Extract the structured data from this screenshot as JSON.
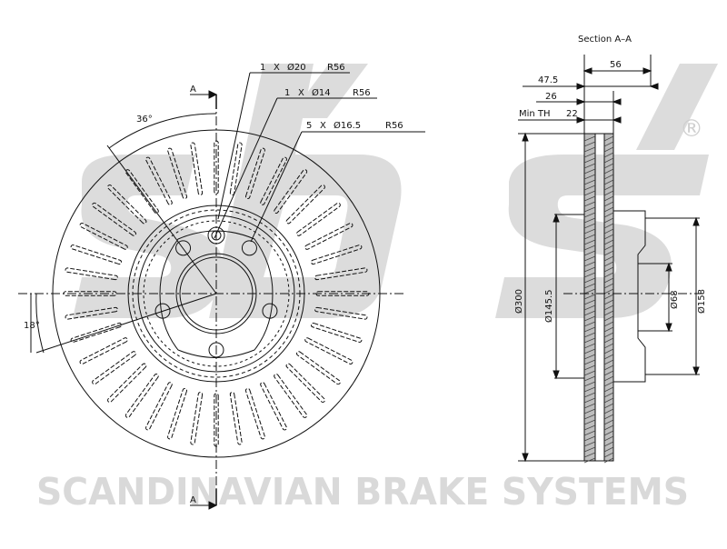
{
  "watermark": {
    "tagline": "SCANDINAVIAN BRAKE SYSTEMS",
    "registered_mark": "®",
    "logo_color": "#dcdcdc"
  },
  "front_view": {
    "section_marker_top": "A",
    "section_marker_bottom": "A",
    "angle_top": "36°",
    "angle_left": "18°",
    "callouts": [
      {
        "qty": "1",
        "x": "X",
        "diameter": "Ø20",
        "radius": "R56"
      },
      {
        "qty": "1",
        "x": "X",
        "diameter": "Ø14",
        "radius": "R56"
      },
      {
        "qty": "5",
        "x": "X",
        "diameter": "Ø16.5",
        "radius": "R56"
      }
    ]
  },
  "section_view": {
    "title": "Section A–A",
    "dim_overall_width": "56",
    "dim_offset": "47.5",
    "dim_26": "26",
    "min_th_label": "Min TH",
    "min_th_value": "22",
    "dia_outer": "Ø300",
    "dia_145": "Ø145.5",
    "dia_68": "Ø68",
    "dia_158": "Ø158"
  }
}
